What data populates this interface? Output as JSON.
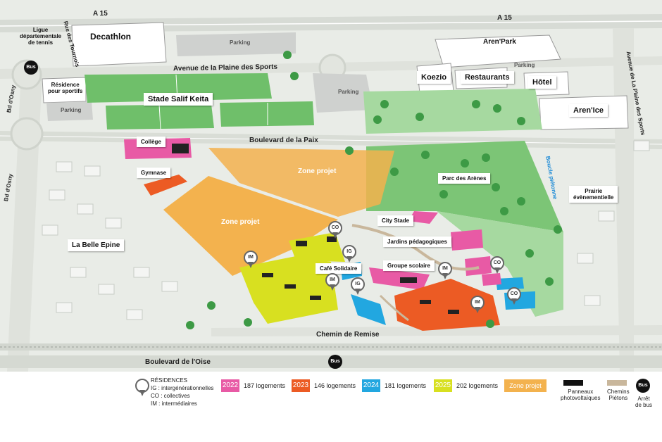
{
  "roads": {
    "a15_left": "A 15",
    "a15_right": "A 15",
    "avenue_plaine_sports": "Avenue de la Plaine des Sports",
    "avenue_plaine_sports_vertical": "Avenue de La Plaine des Sports",
    "rue_tournois": "Rue des Tournois",
    "bd_osny_top": "Bd d'Osny",
    "bd_osny_left": "Bd d'Osny",
    "boulevard_paix": "Boulevard de la Paix",
    "chemin_remise": "Chemin de Remise",
    "boulevard_oise": "Boulevard de l'Oise",
    "boucle_pietonne": "Boucle piétonne"
  },
  "places": {
    "ligue_tennis": "Ligue\ndépartementale\nde tennis",
    "decathlon": "Decathlon",
    "parking_top": "Parking",
    "aren_park": "Aren'Park",
    "koezio": "Koezio",
    "restaurants": "Restaurants",
    "parking_hotel": "Parking",
    "hotel": "Hôtel",
    "residence_sportifs": "Résidence\npour sportifs",
    "parking_left": "Parking",
    "stade": "Stade Salif Keita",
    "parking_mid": "Parking",
    "aren_ice": "Aren'Ice",
    "college": "Collège",
    "gymnase": "Gymnase",
    "zone_projet_top": "Zone projet",
    "zone_projet_left": "Zone projet",
    "parc_arenes": "Parc des Arènes",
    "prairie": "Prairie\névènementielle",
    "la_belle_epine": "La Belle Epine",
    "city_stade": "City Stade",
    "jardins": "Jardins pédagogiques",
    "cafe_solidaire": "Café Solidaire",
    "groupe_scolaire": "Groupe scolaire"
  },
  "pins": {
    "co1": "CO",
    "ig1": "IG",
    "im1": "IM",
    "im2": "IM",
    "ig2": "IG",
    "im3": "IM",
    "co2": "CO",
    "co3": "CO",
    "im4": "IM"
  },
  "bus": {
    "top_left": "Bus",
    "bottom": "Bus",
    "legend": "Bus"
  },
  "legend": {
    "residences_title": "RÉSIDENCES",
    "residences_ig": "IG : intergénérationnelles",
    "residences_co": "CO : collectives",
    "residences_im": "IM : intermédiaires",
    "y2022": "2022",
    "y2022_count": "187 logements",
    "y2023": "2023",
    "y2023_count": "146 logements",
    "y2024": "2024",
    "y2024_count": "181 logements",
    "y2025": "2025",
    "y2025_count": "202 logements",
    "zone_projet": "Zone projet",
    "panneaux": "Panneaux\nphotovoltaïques",
    "chemins": "Chemins\nPiétons",
    "arret_bus": "Arrêt\nde bus"
  },
  "colors": {
    "y2022": "#e85aa5",
    "y2023": "#ec5b24",
    "y2024": "#22a7e0",
    "y2025": "#d8e020",
    "zone_projet": "#f3b24e",
    "park": "#7cc576",
    "stadium": "#6fbf6a",
    "paths": "#c9b79c"
  }
}
